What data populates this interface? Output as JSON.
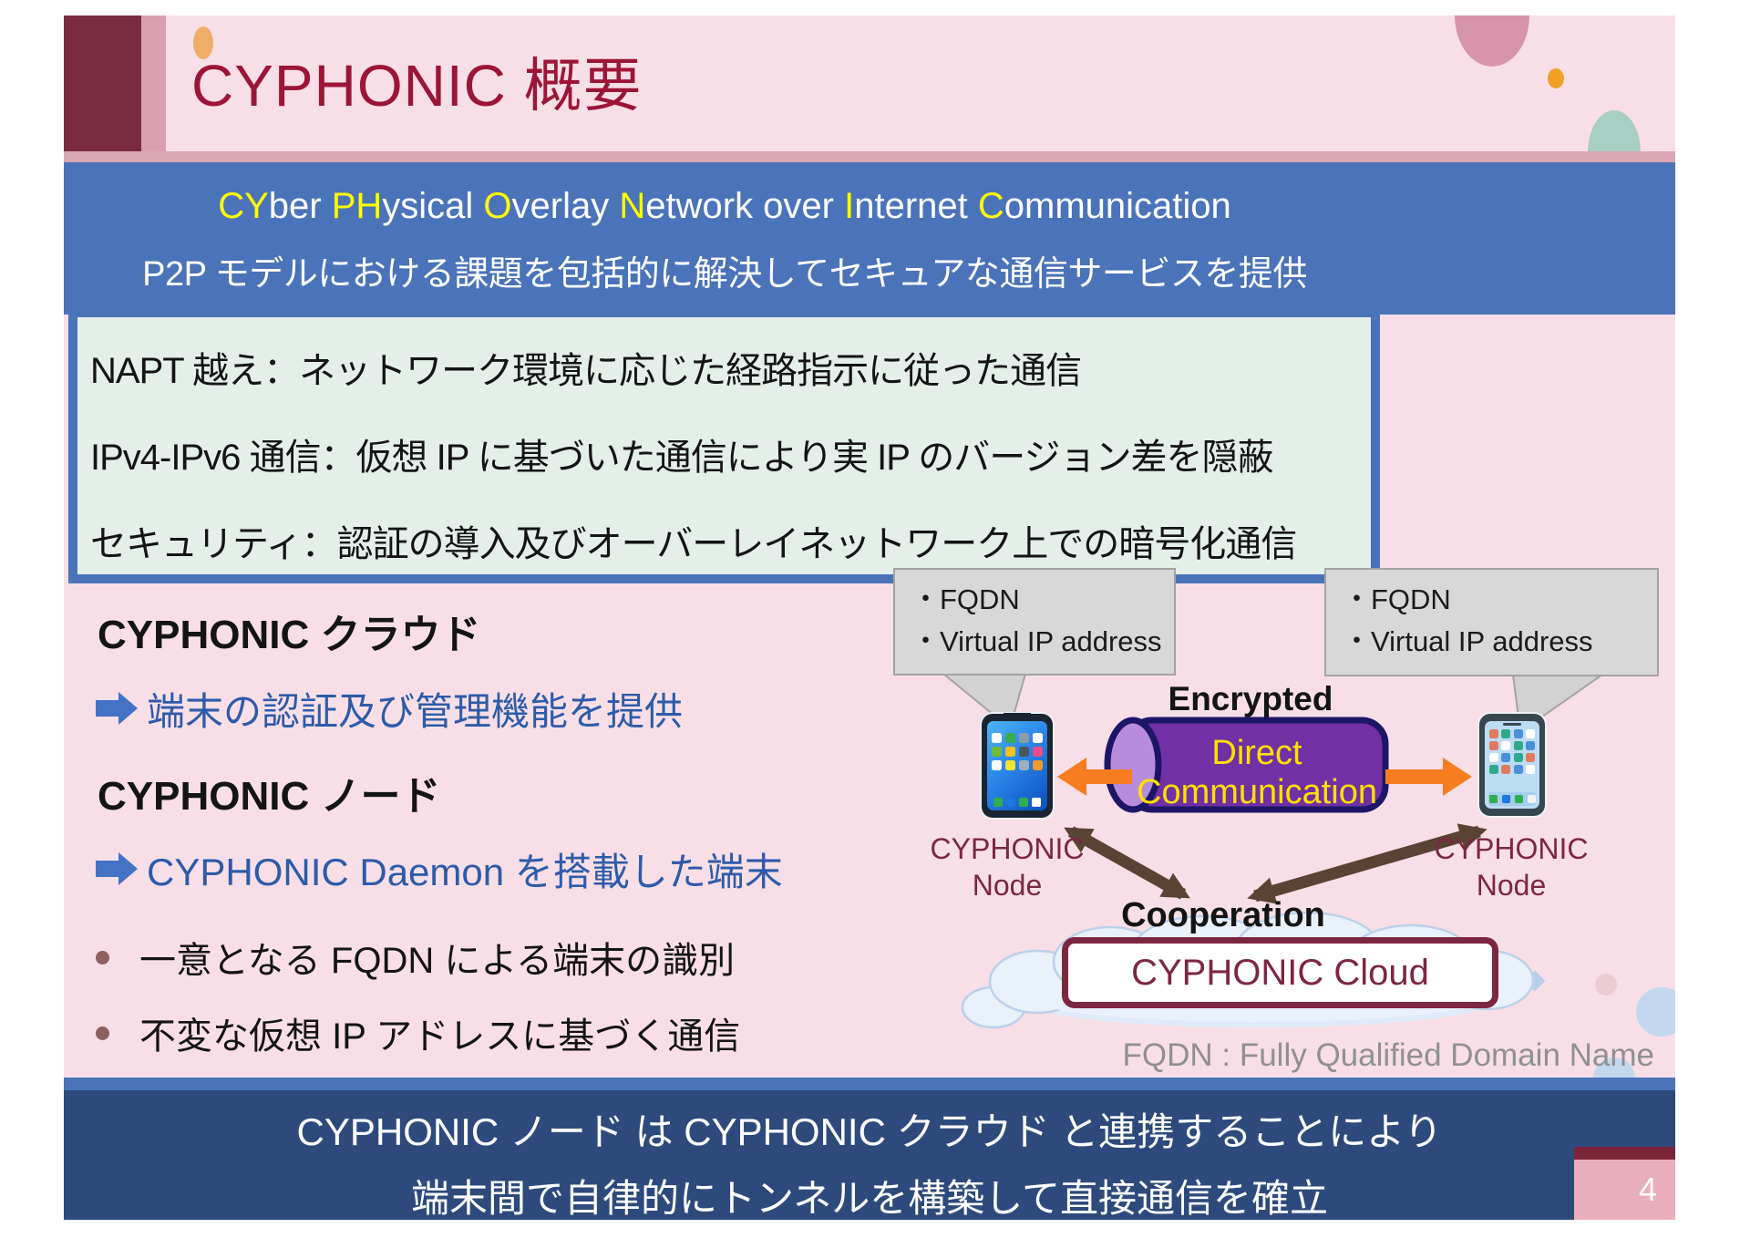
{
  "slide": {
    "title": "CYPHONIC 概要",
    "page_number": "4",
    "colors": {
      "background_pink": "#f8dfe7",
      "title_maroon": "#9b1537",
      "bar_maroon": "#7b2b3f",
      "banner_blue": "#4a73b9",
      "footer_navy": "#2e4a7c",
      "feature_box_green": "#e4efe9",
      "highlight_yellow": "#ffff00",
      "tunnel_purple": "#7130a3",
      "tunnel_text_yellow": "#ffe000",
      "arrow_orange": "#f87d20",
      "arrow_brown": "#5a4334",
      "node_label_maroon": "#7c2742",
      "point_blue": "#2d5ba9"
    }
  },
  "banner": {
    "acronym_segments": [
      {
        "text": "CY"
      },
      {
        "text": "ber "
      },
      {
        "text": "PH"
      },
      {
        "text": "ysical "
      },
      {
        "text": "O"
      },
      {
        "text": "verlay "
      },
      {
        "text": "N"
      },
      {
        "text": "etwork over "
      },
      {
        "text": "I"
      },
      {
        "text": "nternet "
      },
      {
        "text": "C"
      },
      {
        "text": "ommunication"
      }
    ],
    "subtitle": "P2P モデルにおける課題を包括的に解決してセキュアな通信サービスを提供"
  },
  "features": {
    "items": [
      "NAPT 越え：ネットワーク環境に応じた経路指示に従った通信",
      "IPv4-IPv6 通信：仮想 IP に基づいた通信により実 IP のバージョン差を隠蔽",
      "セキュリティ：認証の導入及びオーバーレイネットワーク上での暗号化通信"
    ]
  },
  "left_panel": {
    "cloud_heading": "CYPHONIC クラウド",
    "cloud_point": "端末の認証及び管理機能を提供",
    "node_heading": "CYPHONIC ノード",
    "node_point": "CYPHONIC Daemon を搭載した端末",
    "bullets": [
      "一意となる FQDN による端末の識別",
      "不変な仮想 IP アドレスに基づく通信"
    ]
  },
  "diagram": {
    "callout_left": {
      "line1": "・FQDN",
      "line2": "・Virtual IP address"
    },
    "callout_right": {
      "line1": "・FQDN",
      "line2": "・Virtual IP address"
    },
    "encrypted_label": "Encrypted",
    "tunnel": {
      "line1": "Direct",
      "line2": "Communication"
    },
    "node_left": {
      "line1": "CYPHONIC",
      "line2": "Node"
    },
    "node_right": {
      "line1": "CYPHONIC",
      "line2": "Node"
    },
    "cooperation_label": "Cooperation",
    "cloud_box_label": "CYPHONIC Cloud",
    "footnote": "FQDN : Fully Qualified Domain Name"
  },
  "footer": {
    "line1": "CYPHONIC ノード は CYPHONIC クラウド と連携することにより",
    "line2": "端末間で自律的にトンネルを構築して直接通信を確立"
  }
}
